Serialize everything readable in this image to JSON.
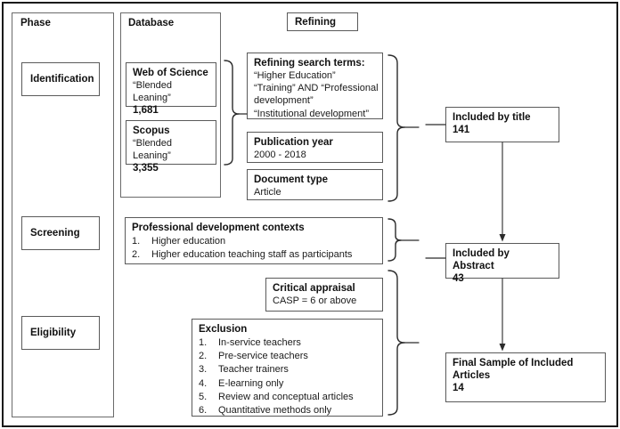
{
  "diagram": {
    "title": "PRISMA-style study selection flow diagram",
    "columns": {
      "phase_label": "Phase",
      "database_label": "Database",
      "refining_label": "Refining"
    },
    "phases": [
      {
        "label": "Identification"
      },
      {
        "label": "Screening"
      },
      {
        "label": "Eligibility"
      }
    ],
    "databases": [
      {
        "name": "Web of Science",
        "query": "“Blended Leaning”",
        "count": "1,681"
      },
      {
        "name": "Scopus",
        "query": "“Blended Leaning”",
        "count": "3,355"
      }
    ],
    "refining": {
      "search_terms": {
        "title": "Refining search terms:",
        "lines": [
          "“Higher Education”",
          "“Training” AND “Professional",
          "development”",
          "“Institutional development”"
        ]
      },
      "publication_year": {
        "title": "Publication year",
        "value": "2000 - 2018"
      },
      "document_type": {
        "title": "Document type",
        "value": "Article"
      }
    },
    "screening": {
      "contexts": {
        "title": "Professional development contexts",
        "items": [
          {
            "n": "1.",
            "text": "Higher education"
          },
          {
            "n": "2.",
            "text": "Higher education teaching staff as participants"
          }
        ]
      }
    },
    "eligibility": {
      "critical_appraisal": {
        "title": "Critical appraisal",
        "value": "CASP = 6 or above"
      },
      "exclusion": {
        "title": "Exclusion",
        "items": [
          {
            "n": "1.",
            "text": "In-service teachers"
          },
          {
            "n": "2.",
            "text": "Pre-service teachers"
          },
          {
            "n": "3.",
            "text": "Teacher trainers"
          },
          {
            "n": "4.",
            "text": "E-learning only"
          },
          {
            "n": "5.",
            "text": "Review and conceptual articles"
          },
          {
            "n": "6.",
            "text": "Quantitative methods only"
          }
        ]
      }
    },
    "results": [
      {
        "title": "Included by title",
        "count": "141"
      },
      {
        "title": "Included by Abstract",
        "count": "43"
      },
      {
        "title": "Final Sample of Included",
        "title2": "Articles",
        "count": "14"
      }
    ],
    "colors": {
      "frame": "#1a1a1a",
      "box_border": "#5a5a5a",
      "text": "#111111",
      "background": "#ffffff"
    }
  }
}
